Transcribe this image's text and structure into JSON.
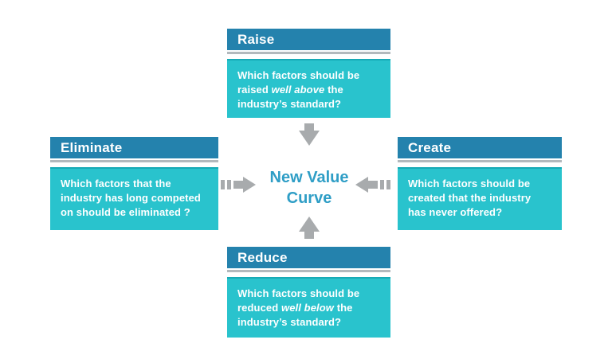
{
  "center": {
    "line1": "New Value",
    "line2": "Curve"
  },
  "boxes": {
    "raise": {
      "label": "Raise",
      "body": [
        {
          "text": "Which factors should be raised "
        },
        {
          "text": "well above",
          "italic": true
        },
        {
          "text": " the industry’s standard?"
        }
      ]
    },
    "eliminate": {
      "label": "Eliminate",
      "body": [
        {
          "text": "Which factors that the industry has long competed on should be eliminated ?"
        }
      ]
    },
    "create": {
      "label": "Create",
      "body": [
        {
          "text": "Which factors should be created that the industry has never offered?"
        }
      ]
    },
    "reduce": {
      "label": "Reduce",
      "body": [
        {
          "text": "Which factors should be reduced "
        },
        {
          "text": "well below",
          "italic": true
        },
        {
          "text": " the industry’s standard?"
        }
      ]
    }
  },
  "arrows": [
    {
      "name": "arrow-down-icon",
      "from": "raise",
      "style": "solid"
    },
    {
      "name": "arrow-right-dashed-icon",
      "from": "eliminate",
      "style": "dashed"
    },
    {
      "name": "arrow-left-dashed-icon",
      "from": "create",
      "style": "dashed"
    },
    {
      "name": "arrow-up-icon",
      "from": "reduce",
      "style": "solid"
    }
  ],
  "colors": {
    "header_bg": "#2482ad",
    "body_bg": "#29c3cd",
    "body_edge": "#17aab6",
    "separator": "#b2b9bd",
    "arrow": "#a8abad",
    "center_text": "#2f9ec6",
    "text": "#ffffff",
    "background": "#ffffff"
  }
}
